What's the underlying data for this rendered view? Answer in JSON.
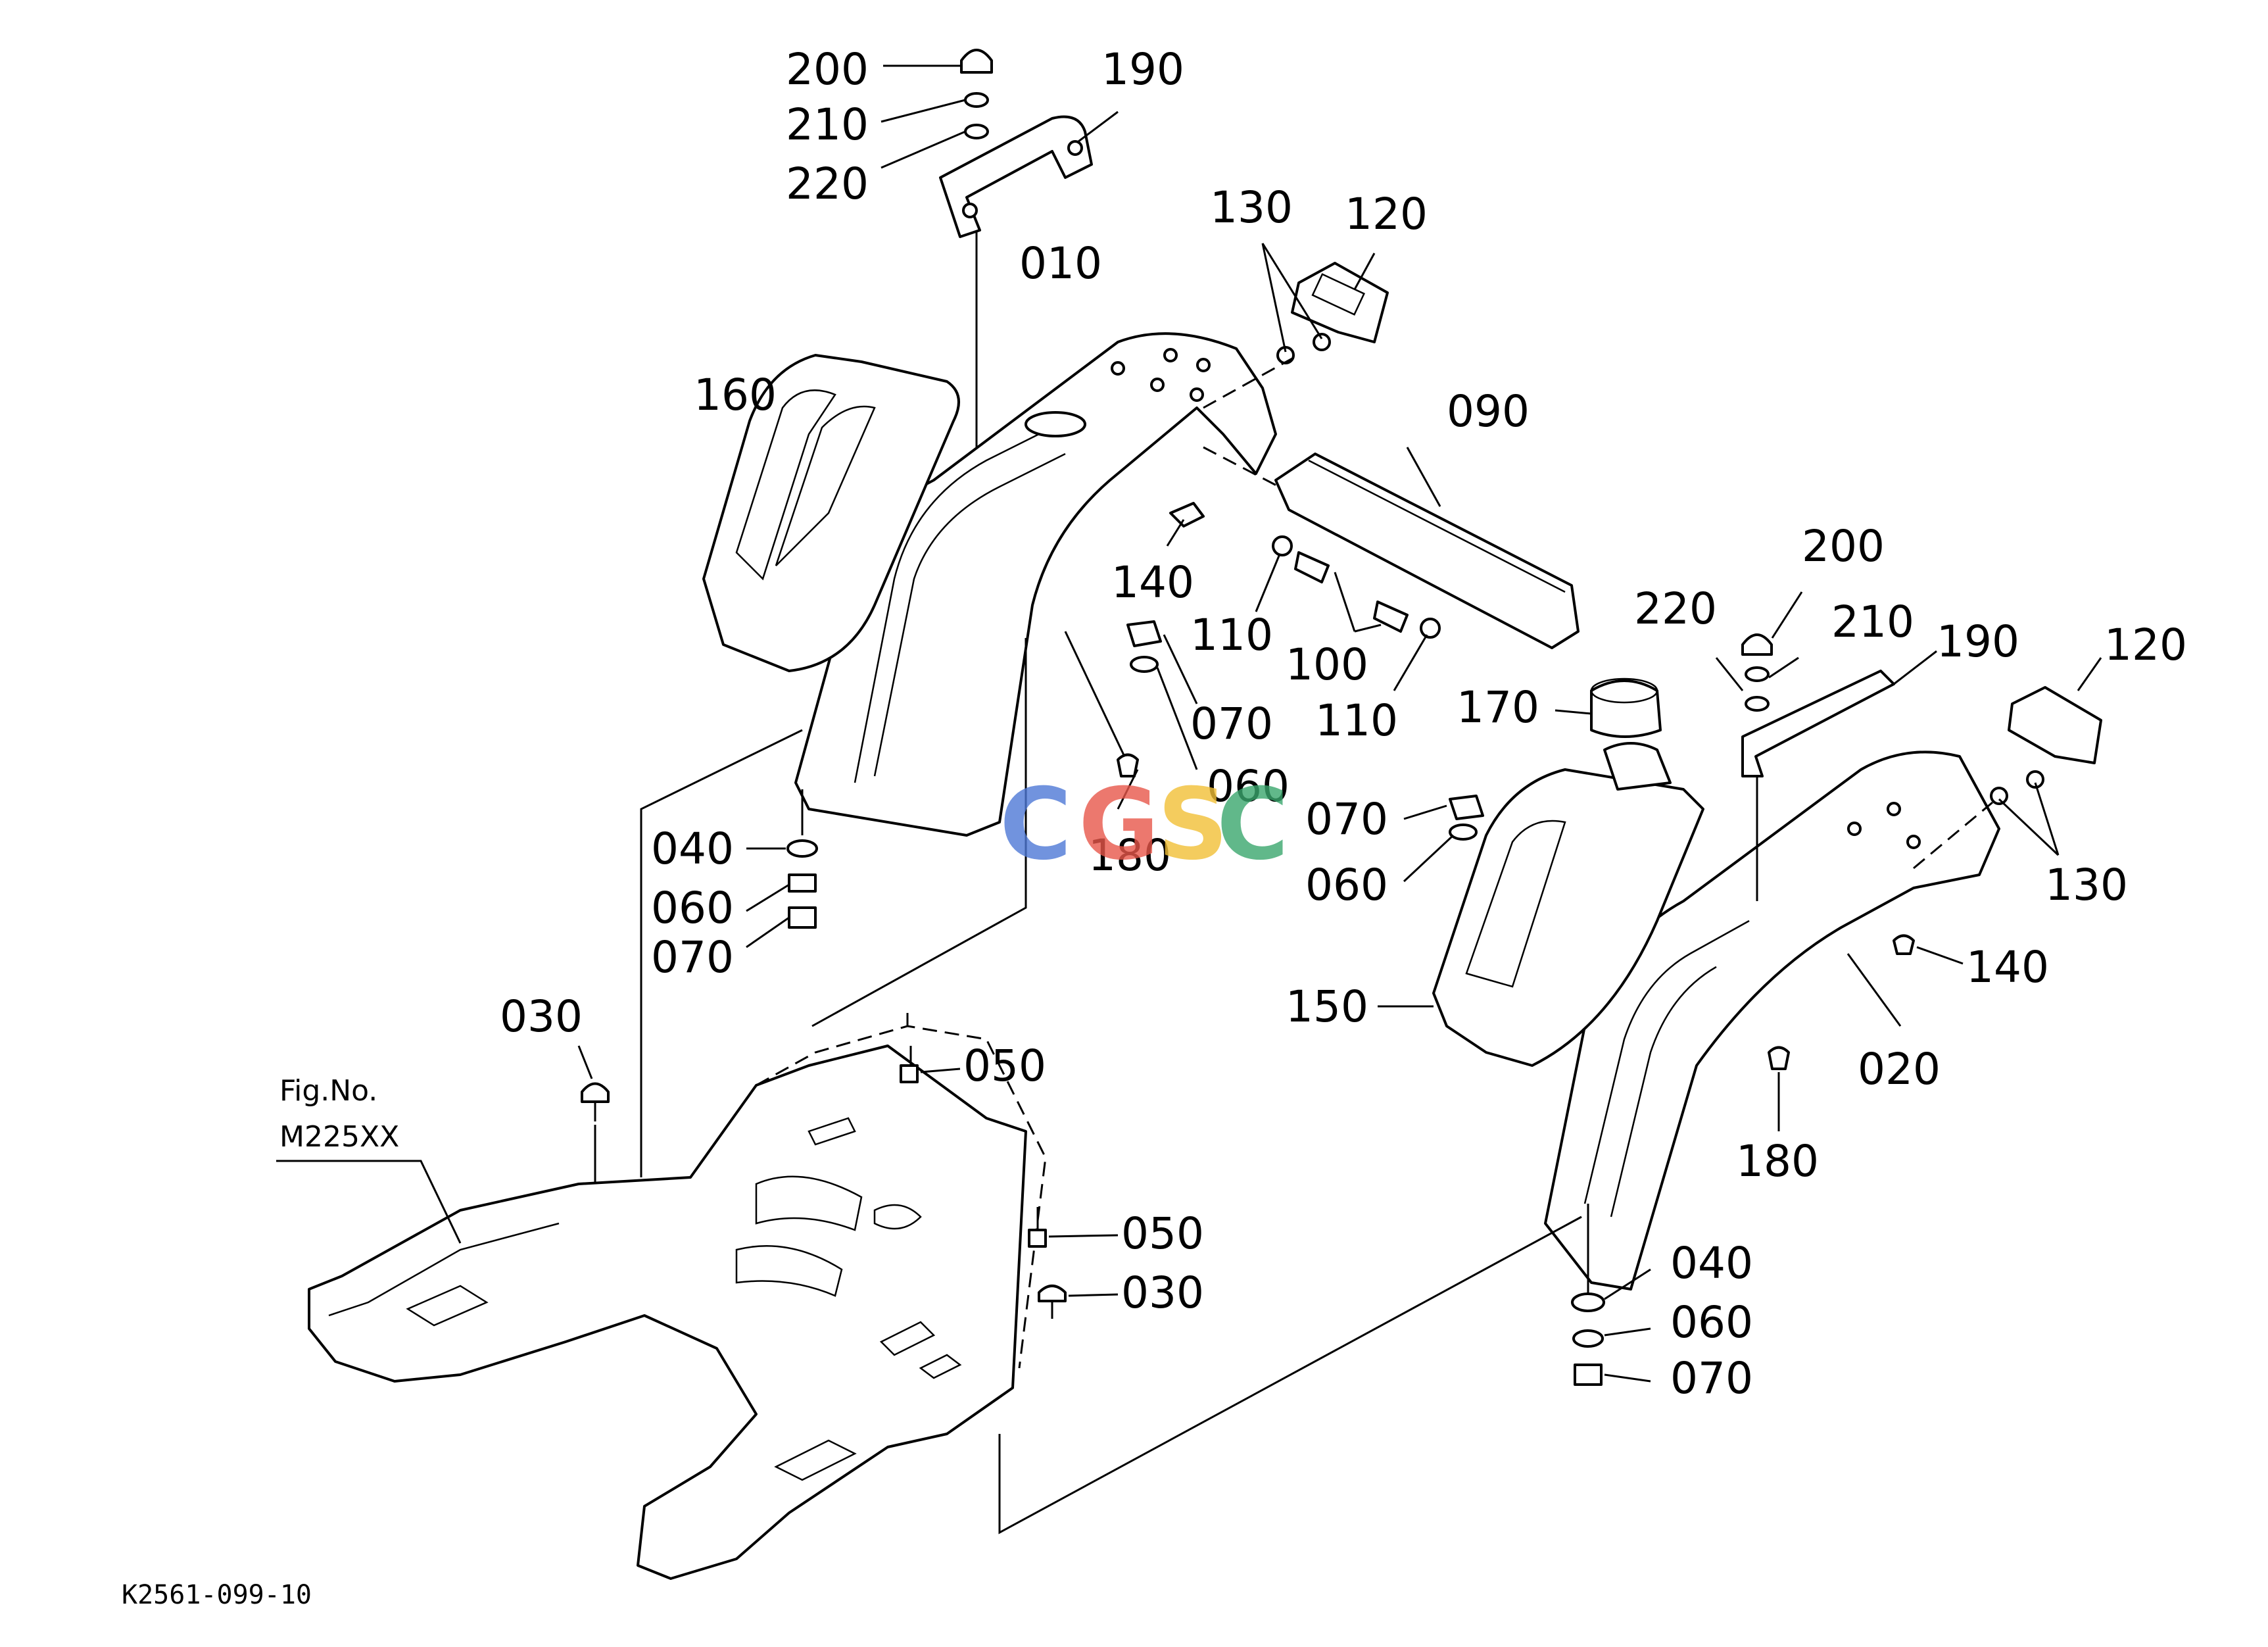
{
  "drawing_id": "K2561-099-10",
  "figure_reference": {
    "line1": "Fig.No.",
    "line2": "M225XX"
  },
  "watermark": {
    "letters": [
      {
        "char": "C",
        "color": "#4e79d6"
      },
      {
        "char": "G",
        "color": "#e8574a"
      },
      {
        "char": "S",
        "color": "#f2c037"
      },
      {
        "char": "C",
        "color": "#3aa76d"
      }
    ]
  },
  "callouts": [
    "200",
    "210",
    "220",
    "190",
    "010",
    "160",
    "130",
    "120",
    "090",
    "140",
    "110",
    "100",
    "110",
    "070",
    "060",
    "180",
    "040",
    "060",
    "070",
    "200",
    "220",
    "210",
    "190",
    "120",
    "170",
    "070",
    "060",
    "130",
    "150",
    "140",
    "020",
    "180",
    "030",
    "050",
    "050",
    "030",
    "040",
    "060",
    "070"
  ]
}
